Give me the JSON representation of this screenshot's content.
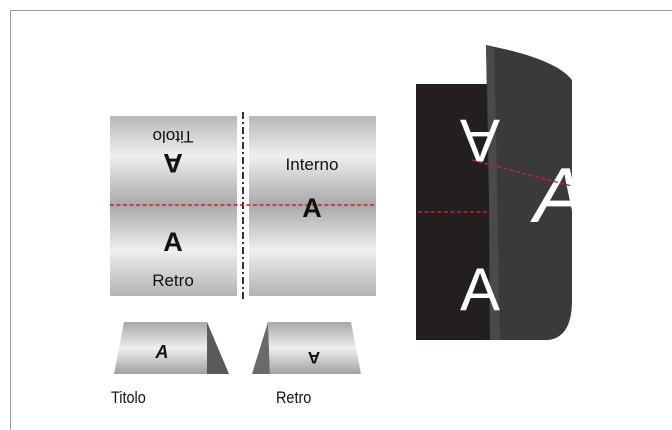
{
  "flat_sheet": {
    "left_panel": {
      "title_label": "Titolo",
      "top_letter": "A",
      "bottom_letter": "A",
      "back_label": "Retro"
    },
    "right_panel": {
      "inner_label": "Interno",
      "letter": "A"
    }
  },
  "tents": {
    "front": {
      "letter": "A",
      "caption": "Titolo"
    },
    "back": {
      "letter": "A",
      "caption": "Retro"
    }
  },
  "booklet": {
    "top_letter": "A",
    "bottom_letter": "A",
    "page_letter": "A"
  },
  "colors": {
    "fold_line": "#d0202a",
    "panel_light": "#e6e6e6",
    "panel_mid": "#b3b3b3",
    "dark_sheet": "#231f20",
    "dark_page": "#3a3a3a"
  }
}
